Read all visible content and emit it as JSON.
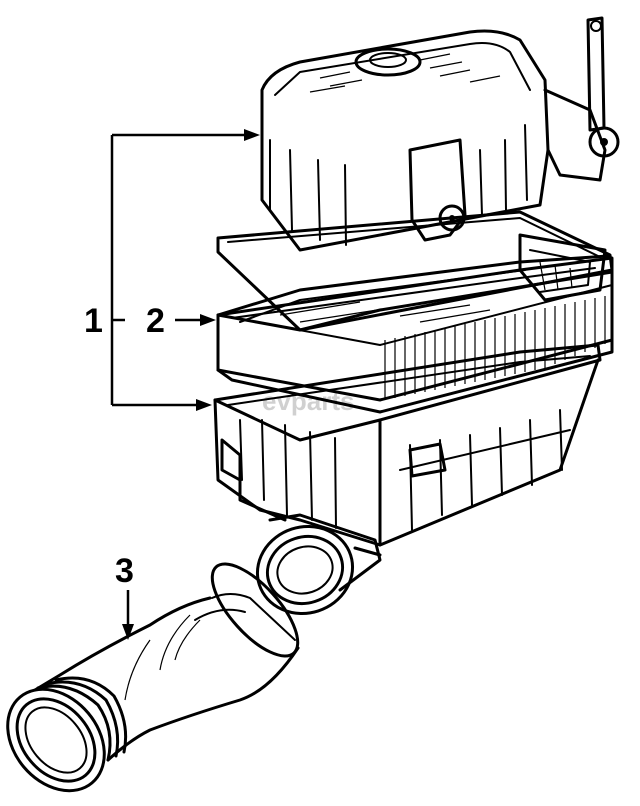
{
  "diagram": {
    "callouts": [
      {
        "id": "1",
        "label": "1"
      },
      {
        "id": "2",
        "label": "2"
      },
      {
        "id": "3",
        "label": "3"
      }
    ],
    "watermark": "evparts"
  }
}
